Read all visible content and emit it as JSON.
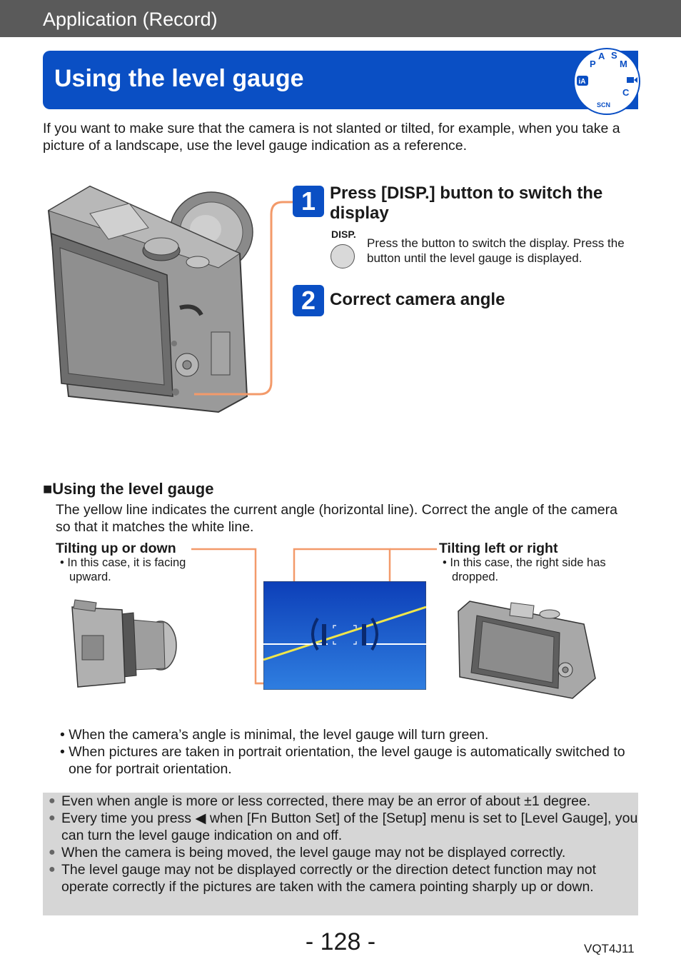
{
  "header": {
    "section": "Application (Record)"
  },
  "title": "Using the level gauge",
  "mode_dial": {
    "letters": [
      "P",
      "A",
      "S",
      "M",
      "C",
      "SCN"
    ],
    "ia_label": "iA"
  },
  "intro": "If you want to make sure that the camera is not slanted or tilted, for example, when you take a picture of a landscape, use the level gauge indication as a reference.",
  "steps": [
    {
      "num": "1",
      "title_line1": "Press [DISP.] button to switch the",
      "title_line2": "display",
      "button_label": "DISP.",
      "desc": "Press the button to switch the display. Press the button until the level gauge is displayed."
    },
    {
      "num": "2",
      "title": "Correct camera angle"
    }
  ],
  "level_section": {
    "heading_marker": "■",
    "heading": "Using the level gauge",
    "body": "The yellow line indicates the current angle (horizontal line). Correct the angle of the camera so that it matches the white line.",
    "up_down": {
      "title": "Tilting up or down",
      "note_line1": "• In this case, it is facing",
      "note_line2": "upward."
    },
    "left_right": {
      "title": "Tilting left or right",
      "note_line1": "• In this case, the right side has",
      "note_line2": "dropped."
    }
  },
  "bullets": [
    "• When the camera’s angle is minimal, the level gauge will turn green.",
    "• When pictures are taken in portrait orientation, the level gauge is automatically switched to one for portrait orientation."
  ],
  "notes": [
    "Even when angle is more or less corrected, there may be an error of about ±1 degree.",
    "Every time you press ◀ when [Fn Button Set] of the [Setup] menu is set to [Level Gauge], you can turn the level gauge indication on and off.",
    "When the camera is being moved, the level gauge may not be displayed correctly.",
    "The level gauge may not be displayed correctly or the direction detect function may not operate correctly if the pictures are taken with the camera pointing sharply up or down."
  ],
  "footer": {
    "page": "- 128 -",
    "model": "VQT4J11"
  },
  "colors": {
    "header_gray": "#5a5a5a",
    "accent_blue": "#0a4fc4",
    "callout_orange": "#f39a6a",
    "level_yellow": "#f0e64a",
    "notes_bg": "#d6d6d6"
  }
}
